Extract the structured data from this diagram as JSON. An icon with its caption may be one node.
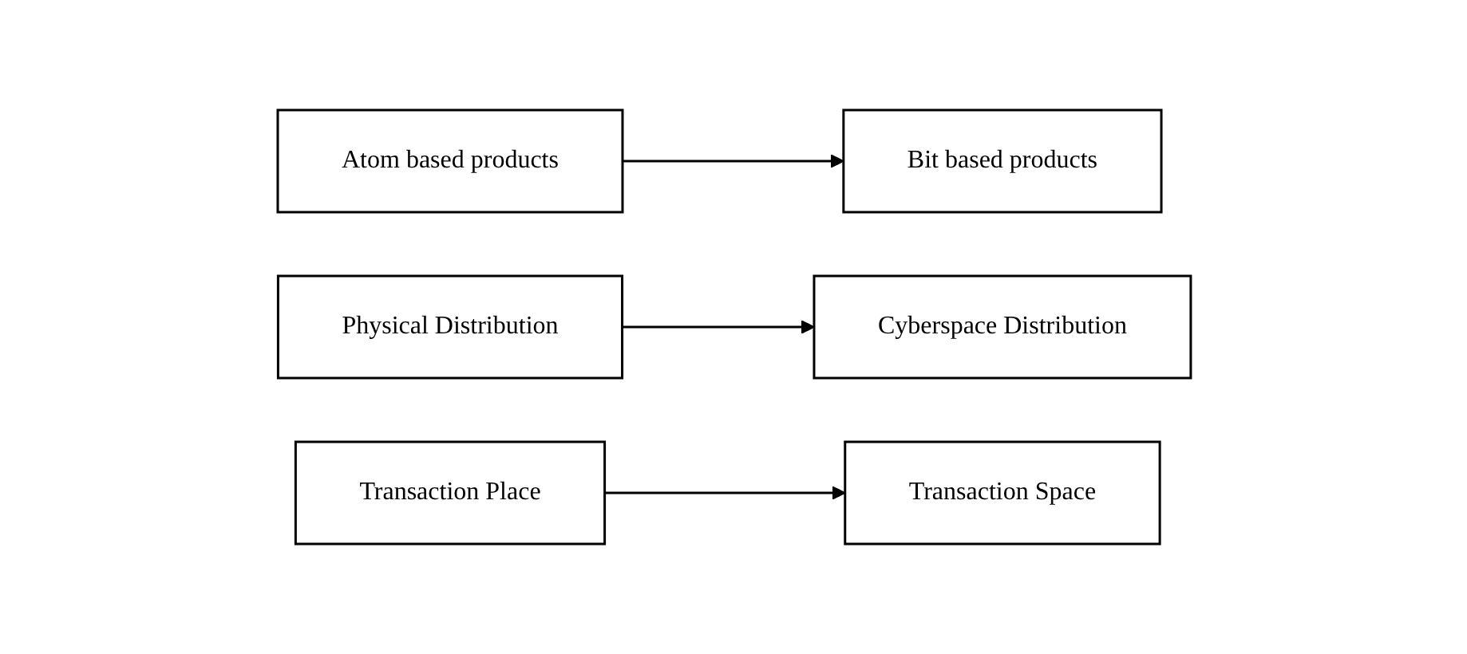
{
  "diagram": {
    "nodes": [
      {
        "text": [
          "Atom based products"
        ]
      },
      {
        "text": [
          "Bit based products"
        ]
      },
      {
        "text": [
          "Physical Distribution"
        ]
      },
      {
        "text": [
          "Cyberspace Distribution"
        ]
      },
      {
        "text": [
          "Transaction Place"
        ]
      },
      {
        "text": [
          "Transaction Space"
        ]
      }
    ],
    "edges": [
      {
        "from": 0,
        "to": 1,
        "arrow": "to"
      },
      {
        "from": 2,
        "to": 3,
        "arrow": "to"
      },
      {
        "from": 4,
        "to": 5,
        "arrow": "to"
      }
    ]
  }
}
